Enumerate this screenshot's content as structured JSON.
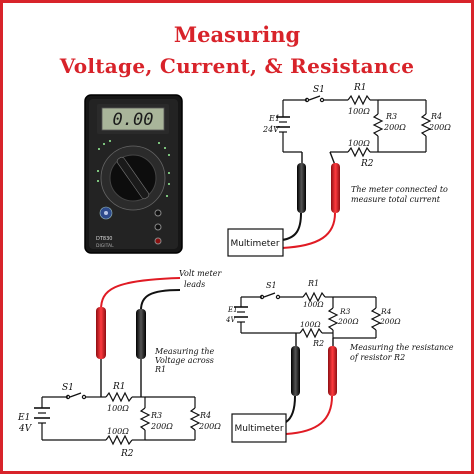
{
  "title": {
    "line1": "Measuring",
    "line2": "Voltage, Current, & Resistance"
  },
  "meter": {
    "display": "0.00",
    "brand": "DT830",
    "subtext": "DIGITAL"
  },
  "circuit_top": {
    "switch": "S1",
    "battery_label": "E1",
    "battery_value": "24V",
    "r1_label": "R1",
    "r1_value": "100Ω",
    "r2_label": "R2",
    "r2_value": "100Ω",
    "r3_label": "R3",
    "r3_value": "200Ω",
    "r4_label": "R4",
    "r4_value": "200Ω",
    "box": "Multimeter",
    "note_line1": "The meter connected to",
    "note_line2": "measure total current"
  },
  "circuit_bottom_left": {
    "leads_line1": "Volt meter",
    "leads_line2": "leads",
    "note_line1": "Measuring the",
    "note_line2": "Voltage across",
    "note_line3": "R1",
    "switch": "S1",
    "battery_label": "E1",
    "battery_value": "4V",
    "r1_label": "R1",
    "r1_value": "100Ω",
    "r2_label": "R2",
    "r2_value": "100Ω",
    "r3_label": "R3",
    "r3_value": "200Ω",
    "r4_label": "R4",
    "r4_value": "200Ω"
  },
  "circuit_bottom_right": {
    "switch": "S1",
    "battery_label": "E1",
    "battery_value": "4V",
    "r1_label": "R1",
    "r1_value": "100Ω",
    "r2_label": "R2",
    "r2_value": "100Ω",
    "r3_label": "R3",
    "r3_value": "200Ω",
    "r4_label": "R4",
    "r4_value": "200Ω",
    "box": "Multimeter",
    "note_line1": "Measuring the resistance",
    "note_line2": "of resistor R2"
  },
  "colors": {
    "accent": "#d8232a",
    "probe_red": "#e01b24",
    "probe_black": "#111111"
  }
}
